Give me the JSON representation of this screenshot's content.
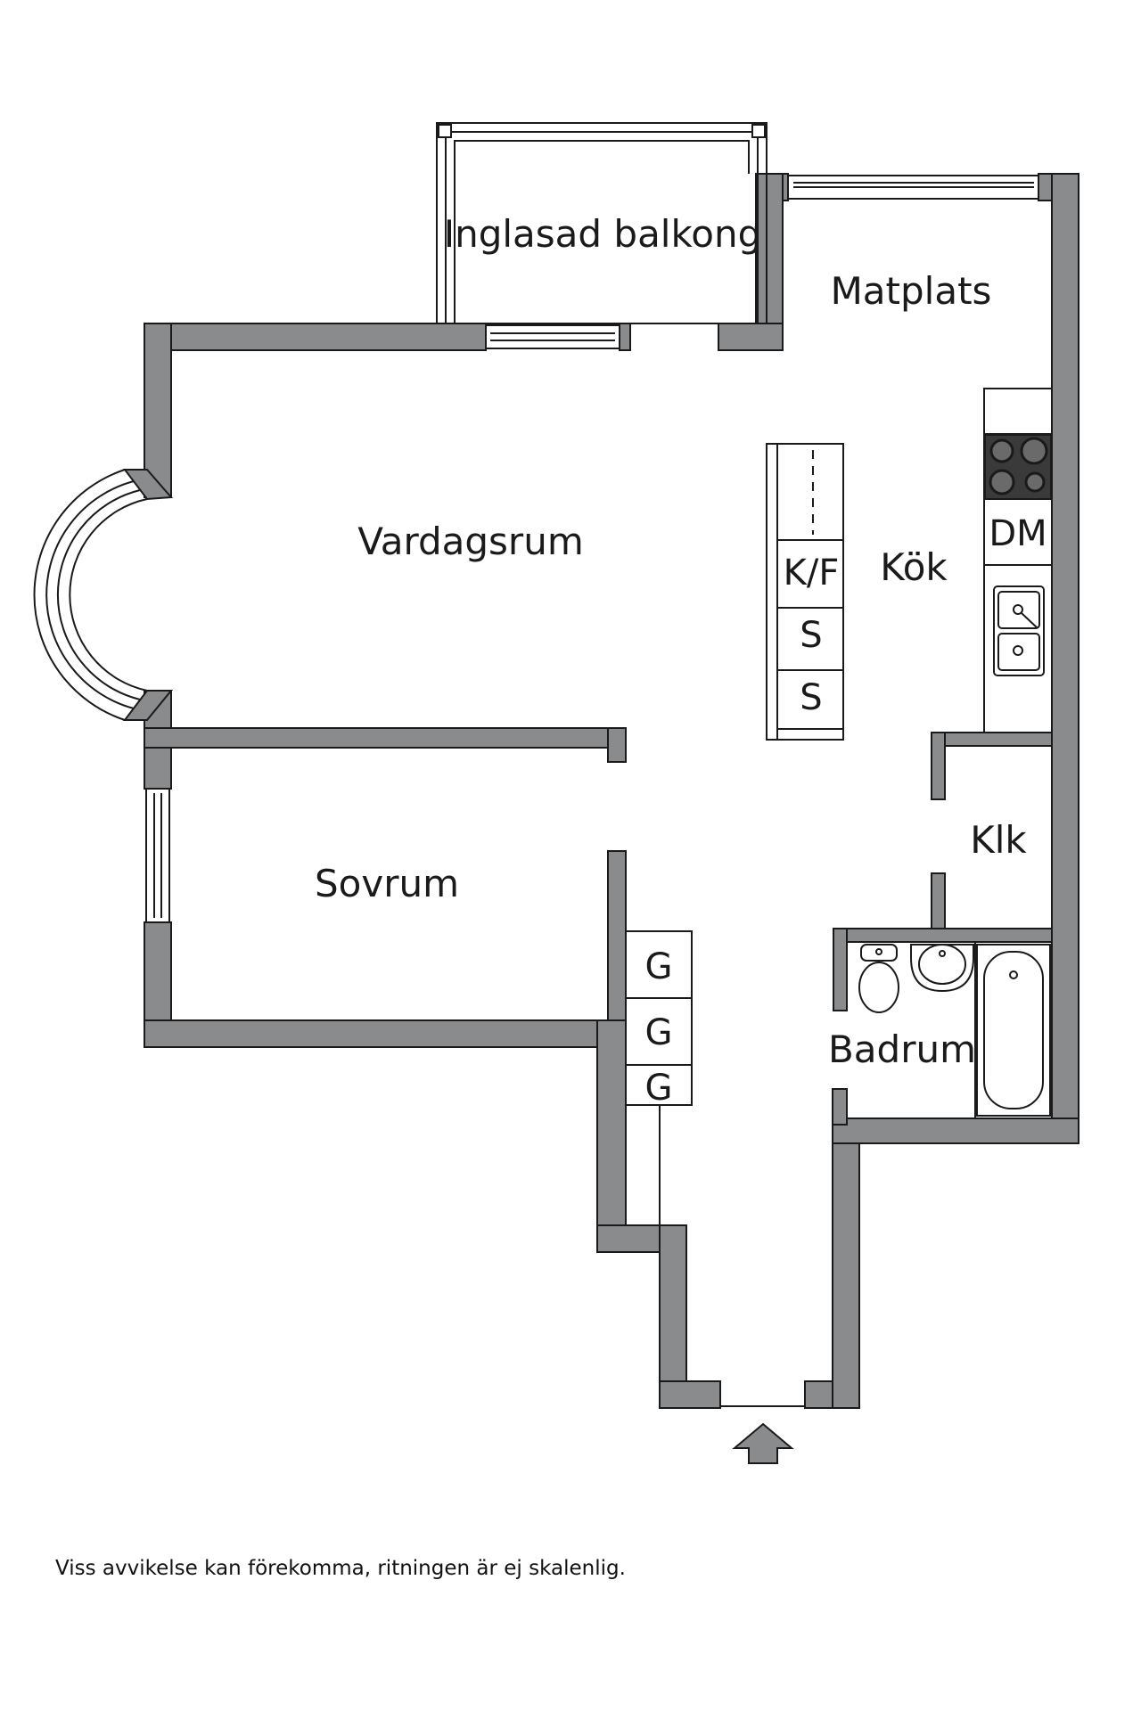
{
  "rooms": {
    "balcony": "Inglasad balkong",
    "dining": "Matplats",
    "living": "Vardagsrum",
    "kitchen": "Kök",
    "bedroom": "Sovrum",
    "closet": "Klk",
    "bathroom": "Badrum"
  },
  "fixtures": {
    "dishwasher": "DM",
    "fridge_freezer": "K/F",
    "cabinet_1": "S",
    "cabinet_2": "S",
    "wardrobe_1": "G",
    "wardrobe_2": "G",
    "wardrobe_3": "G"
  },
  "disclaimer": "Viss avvikelse kan förekomma, ritningen är ej skalenlig.",
  "colors": {
    "wall": "#8a8b8d",
    "outline": "#1a1a1a",
    "stove": "#3a3a3a"
  },
  "icons": {
    "entrance": "entrance-arrow-icon",
    "stove": "stove-icon",
    "sink": "sink-icon",
    "toilet": "toilet-icon",
    "basin": "basin-icon",
    "bathtub": "bathtub-icon"
  }
}
